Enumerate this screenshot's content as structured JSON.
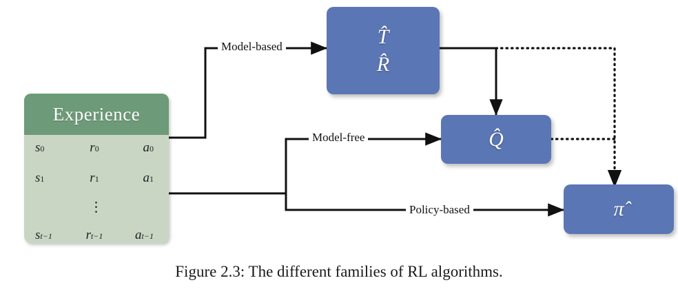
{
  "figure": {
    "caption": "Figure 2.3: The different families of RL algorithms.",
    "background": "#ffffff"
  },
  "colors": {
    "experience_header": "#6d9a78",
    "experience_body": "#c9d6c4",
    "node_blue": "#5b76b5",
    "line": "#111111",
    "text_light": "#ffffff"
  },
  "experience": {
    "title": "Experience",
    "rows": [
      {
        "state": "s",
        "state_sub": "0",
        "reward": "r",
        "reward_sub": "0",
        "action": "a",
        "action_sub": "0"
      },
      {
        "state": "s",
        "state_sub": "1",
        "reward": "r",
        "reward_sub": "1",
        "action": "a",
        "action_sub": "1"
      },
      {
        "state": "s",
        "state_sub": "t−1",
        "reward": "r",
        "reward_sub": "t−1",
        "action": "a",
        "action_sub": "t−1"
      }
    ],
    "ellipsis": "⋮"
  },
  "nodes": {
    "model": {
      "symbols": [
        "T̂",
        "R̂"
      ]
    },
    "value": {
      "symbols": [
        "Q̂"
      ]
    },
    "policy": {
      "symbols": [
        "π̂"
      ]
    }
  },
  "edges": {
    "model_based": "Model-based",
    "model_free": "Model-free",
    "policy_based": "Policy-based"
  }
}
